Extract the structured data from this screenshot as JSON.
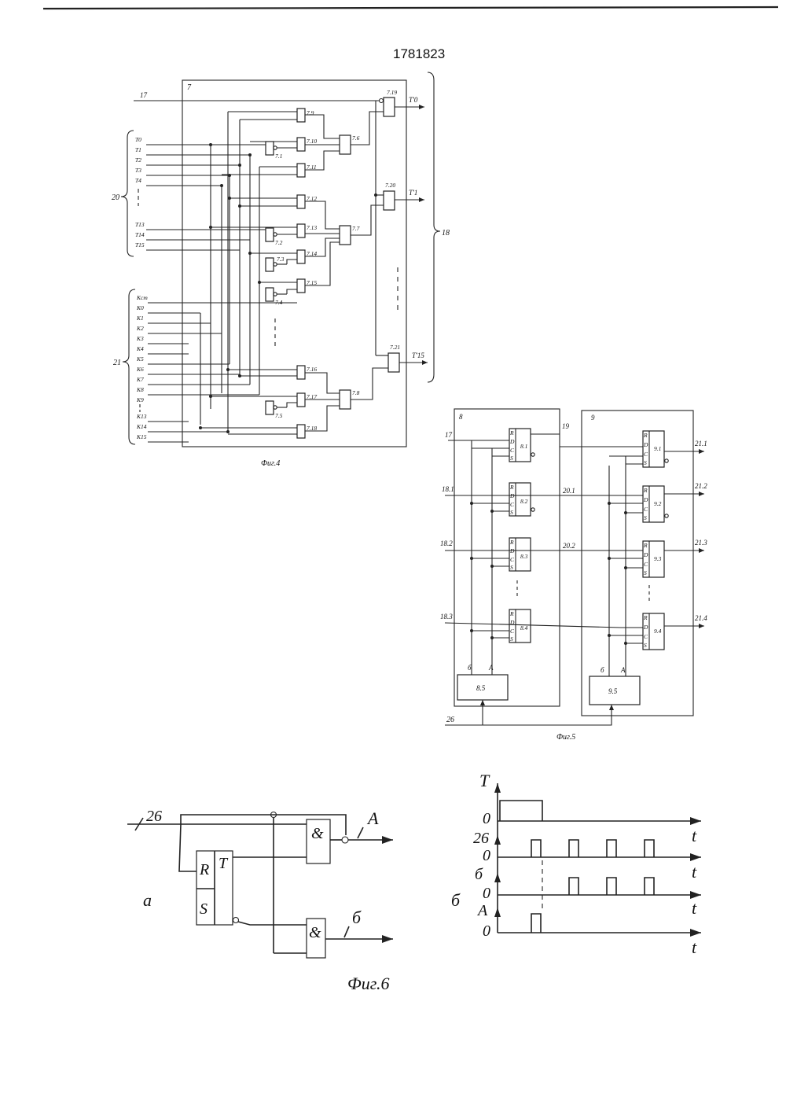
{
  "page": {
    "patent_number": "1781823"
  },
  "fig4": {
    "caption": "Фиг.4",
    "block": "7",
    "input_17": "17",
    "bus_20": "20",
    "bus_21": "21",
    "bus_18": "18",
    "t_inputs": [
      "T0",
      "T1",
      "T2",
      "T3",
      "T4",
      "T13",
      "T14",
      "T15"
    ],
    "k_inputs": [
      "Kст",
      "K0",
      "K1",
      "K2",
      "K3",
      "K4",
      "K5",
      "K6",
      "K7",
      "K8",
      "K9",
      "K13",
      "K14",
      "K15"
    ],
    "gates": [
      "7.9",
      "7.10",
      "7.1",
      "7.11",
      "7.6",
      "7.12",
      "7.13",
      "7.2",
      "7.3",
      "7.14",
      "7.15",
      "7.4",
      "7.7",
      "7.16",
      "7.17",
      "7.5",
      "7.18",
      "7.8",
      "7.19",
      "7.20",
      "7.21"
    ],
    "outputs": [
      "T'0",
      "T'1",
      "T'15"
    ]
  },
  "fig5": {
    "caption": "Фиг.5",
    "block_8": "8",
    "block_9": "9",
    "in_17": "17",
    "in_18_1": "18.1",
    "in_18_2": "18.2",
    "in_18_3": "18.3",
    "in_26": "26",
    "out_19": "19",
    "out_20_1": "20.1",
    "out_20_2": "20.2",
    "out_21_1": "21.1",
    "out_21_2": "21.2",
    "out_21_3": "21.3",
    "out_21_4": "21.4",
    "triggers_8": [
      "8.1",
      "8.2",
      "8.3",
      "8.4"
    ],
    "triggers_9": [
      "9.1",
      "9.2",
      "9.3",
      "9.4"
    ],
    "ctrl_8": "8.5",
    "ctrl_9": "9.5",
    "pin_b": "б",
    "pin_a": "А",
    "pins": [
      "R",
      "D",
      "C",
      "S"
    ]
  },
  "fig6": {
    "caption": "Фиг.6",
    "label_a": "а",
    "label_b": "б",
    "input_26": "26",
    "out_a": "А",
    "out_b": "б",
    "trigger_r": "R",
    "trigger_s": "S",
    "trigger_t": "T",
    "and_symbol": "&",
    "timing_signals": [
      "T",
      "26",
      "б",
      "А"
    ],
    "timing_zero": "0",
    "timing_axis": "t"
  }
}
